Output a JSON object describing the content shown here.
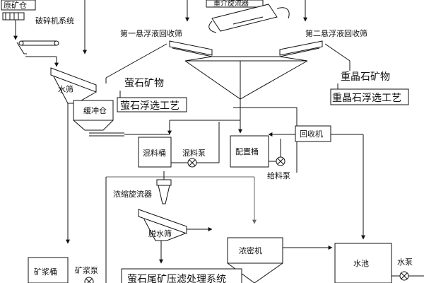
{
  "labels": {
    "raw_bin": "原矿仓",
    "crusher": "破碎机系统",
    "heavy_cyclone": "重介旋流器",
    "screen1": "第一悬浮液回收筛",
    "screen2": "第二悬浮液回收筛",
    "water_screen": "水筛",
    "fluorite_mineral": "萤石矿物",
    "fluorite_flotation": "萤石浮选工艺",
    "barite_mineral": "重晶石矿物",
    "barite_flotation": "重晶石浮选工艺",
    "buffer_bin": "缓冲仓",
    "mixing_tank": "混料桶",
    "mixing_pump": "混料泵",
    "config_tank": "配置桶",
    "feed_pump": "给料泵",
    "recovery_machine": "回收机",
    "thick_cyclone": "浓缩旋流器",
    "dewater_screen": "脱水筛",
    "thickener": "浓密机",
    "water_pool": "水池",
    "water_pump": "水泵",
    "slurry_tank": "矿浆桶",
    "slurry_pump": "矿浆泵",
    "tailings": "萤石尾矿压滤处理系统"
  }
}
